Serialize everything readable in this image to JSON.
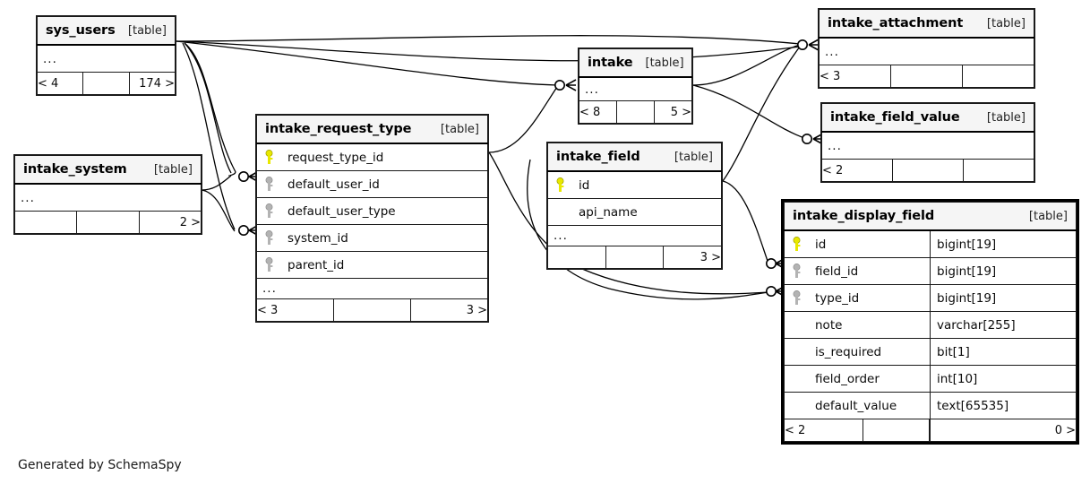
{
  "diagram": {
    "type": "entity-relationship-diagram",
    "generator_caption": "Generated by SchemaSpy",
    "table_tag": "[table]",
    "ellipsis": "..."
  },
  "tables": {
    "sys_users": {
      "name": "sys_users",
      "tag": "[table]",
      "body": "...",
      "footer": {
        "left": "< 4",
        "mid": "",
        "right": "174 >"
      }
    },
    "intake_system": {
      "name": "intake_system",
      "tag": "[table]",
      "body": "...",
      "footer": {
        "left": "",
        "mid": "",
        "right": "2 >"
      }
    },
    "intake_request_type": {
      "name": "intake_request_type",
      "tag": "[table]",
      "columns": [
        {
          "key": "primary",
          "name": "request_type_id"
        },
        {
          "key": "foreign",
          "name": "default_user_id"
        },
        {
          "key": "foreign",
          "name": "default_user_type"
        },
        {
          "key": "foreign",
          "name": "system_id"
        },
        {
          "key": "foreign",
          "name": "parent_id"
        }
      ],
      "body": "...",
      "footer": {
        "left": "< 3",
        "mid": "",
        "right": "3 >"
      }
    },
    "intake": {
      "name": "intake",
      "tag": "[table]",
      "body": "...",
      "footer": {
        "left": "< 8",
        "mid": "",
        "right": "5 >"
      }
    },
    "intake_field": {
      "name": "intake_field",
      "tag": "[table]",
      "columns": [
        {
          "key": "primary",
          "name": "id"
        },
        {
          "key": "none",
          "name": "api_name"
        }
      ],
      "body": "...",
      "footer": {
        "left": "",
        "mid": "",
        "right": "3 >"
      }
    },
    "intake_attachment": {
      "name": "intake_attachment",
      "tag": "[table]",
      "body": "...",
      "footer": {
        "left": "< 3",
        "mid": "",
        "right": ""
      }
    },
    "intake_field_value": {
      "name": "intake_field_value",
      "tag": "[table]",
      "body": "...",
      "footer": {
        "left": "< 2",
        "mid": "",
        "right": ""
      }
    },
    "intake_display_field": {
      "name": "intake_display_field",
      "tag": "[table]",
      "focus": true,
      "columns": [
        {
          "key": "primary",
          "name": "id",
          "type": "bigint[19]"
        },
        {
          "key": "foreign",
          "name": "field_id",
          "type": "bigint[19]"
        },
        {
          "key": "foreign",
          "name": "type_id",
          "type": "bigint[19]"
        },
        {
          "key": "none",
          "name": "note",
          "type": "varchar[255]"
        },
        {
          "key": "none",
          "name": "is_required",
          "type": "bit[1]"
        },
        {
          "key": "none",
          "name": "field_order",
          "type": "int[10]"
        },
        {
          "key": "none",
          "name": "default_value",
          "type": "text[65535]"
        }
      ],
      "footer": {
        "left": "< 2",
        "mid": "",
        "right": "0 >"
      }
    }
  },
  "colors": {
    "primary_key": "#e8e800",
    "foreign_key": "#b3b3b3",
    "border": "#1a1a1a",
    "header_fill": "#f5f5f5",
    "edge": "#000000"
  }
}
